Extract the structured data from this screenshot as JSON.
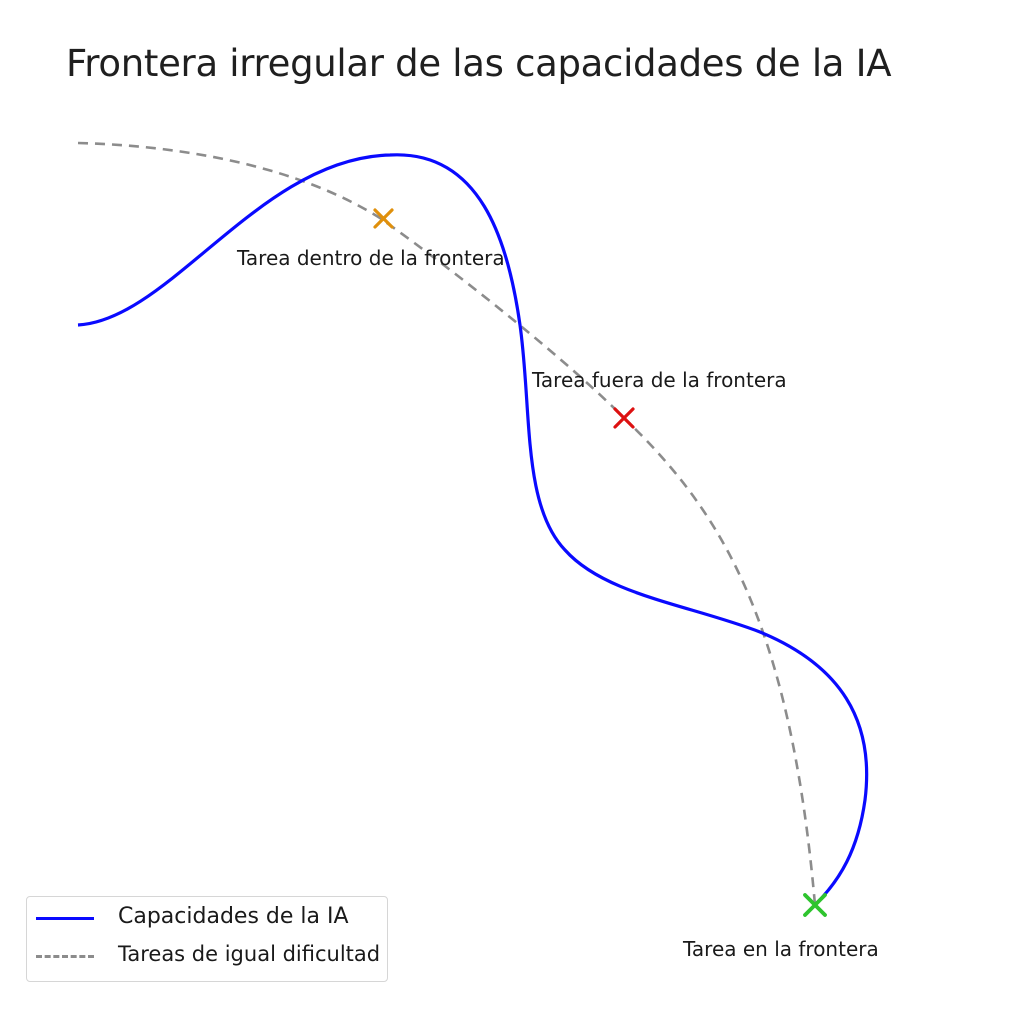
{
  "title": "Frontera irregular de las capacidades de la IA",
  "colors": {
    "capability_curve": "#0a0aff",
    "equal_difficulty_curve": "#8c8c8c",
    "task_inside": "#e0900c",
    "task_outside": "#dd1111",
    "task_on_frontier": "#2ec42e"
  },
  "tasks": {
    "inside": {
      "label": "Tarea dentro de la frontera",
      "marker": "x-mark"
    },
    "outside": {
      "label": "Tarea fuera de la frontera",
      "marker": "x-mark"
    },
    "frontier": {
      "label": "Tarea en la frontera",
      "marker": "x-mark"
    }
  },
  "legend": {
    "capabilities": "Capacidades de la IA",
    "equal_difficulty": "Tareas de igual dificultad"
  }
}
